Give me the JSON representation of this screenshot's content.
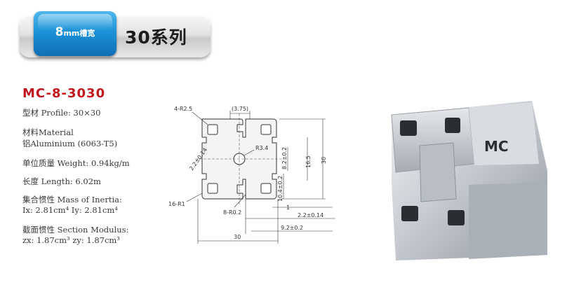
{
  "header": {
    "tab_width": "8",
    "tab_unit": "mm槽宽",
    "series_title": "30系列",
    "tab_color": "#1a8fd6"
  },
  "product": {
    "model": "MC-8-3030",
    "model_color": "#c0171f",
    "specs": [
      "型材 Profile: 30×30",
      "材料Material",
      "铝Aluminium (6063-T5)",
      "单位质量 Weight: 0.94kg/m",
      "长度 Length: 6.02m",
      "集合惯性 Mass of Inertia:",
      "Ix: 2.81cm⁴  Iy: 2.81cm⁴",
      "截面惯性 Section Modulus:",
      "zx: 1.87cm³  zy: 1.87cm³"
    ]
  },
  "drawing": {
    "labels": {
      "r_corner": "4-R2.5",
      "top_width": "(3.75)",
      "r_center": "R3.4",
      "slot_width": "2.2±0.14",
      "r_side": "16-R1",
      "r_inner": "8-R0.2",
      "dim_8_2": "8.2±0.2",
      "dim_16_5": "16.5",
      "dim_30_v": "30",
      "dim_10_4": "10.4±0.2",
      "dim_1": "1",
      "dim_2_2": "2.2±0.14",
      "dim_9_2": "9.2±0.2",
      "dim_30_h": "30"
    }
  },
  "photo": {
    "brand": "MC"
  }
}
